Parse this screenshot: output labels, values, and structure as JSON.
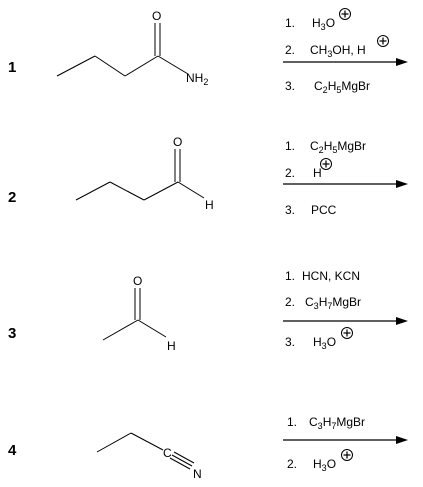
{
  "reactions": [
    {
      "number": "1",
      "molecule": {
        "name": "butanamide",
        "atoms": {
          "oxygen": "O",
          "amine": "NH2"
        }
      },
      "steps": [
        {
          "index": "1.",
          "reagent": "H3O",
          "charge": "+"
        },
        {
          "index": "2.",
          "reagent": "CH3OH,  H",
          "charge": "+"
        },
        {
          "index": "3.",
          "reagent": "C2H5MgBr",
          "charge": ""
        }
      ]
    },
    {
      "number": "2",
      "molecule": {
        "name": "butanal",
        "atoms": {
          "oxygen": "O",
          "hydrogen": "H"
        }
      },
      "steps": [
        {
          "index": "1.",
          "reagent": "C2H5MgBr",
          "charge": ""
        },
        {
          "index": "2.",
          "reagent": "H",
          "charge": "+"
        },
        {
          "index": "3.",
          "reagent": "PCC",
          "charge": ""
        }
      ]
    },
    {
      "number": "3",
      "molecule": {
        "name": "acetaldehyde",
        "atoms": {
          "oxygen": "O",
          "hydrogen": "H"
        }
      },
      "steps": [
        {
          "index": "1.",
          "reagent": "HCN, KCN",
          "charge": ""
        },
        {
          "index": "2.",
          "reagent": "C3H7MgBr",
          "charge": ""
        },
        {
          "index": "3.",
          "reagent": "H3O",
          "charge": "+"
        }
      ]
    },
    {
      "number": "4",
      "molecule": {
        "name": "propanenitrile",
        "atoms": {
          "carbon": "C",
          "nitrogen": "N"
        }
      },
      "steps": [
        {
          "index": "1.",
          "reagent": "C3H7MgBr",
          "charge": ""
        },
        {
          "index": "2.",
          "reagent": "H3O",
          "charge": "+"
        }
      ]
    }
  ]
}
